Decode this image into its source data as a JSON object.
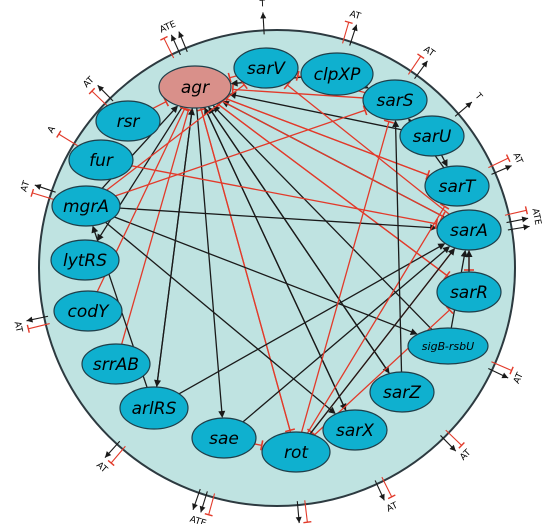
{
  "colors": {
    "circle_fill": "#bfe3e1",
    "circle_stroke": "#2d3a40",
    "node_fill": "#0fb0cf",
    "node_stroke": "#1f3f4a",
    "agr_fill": "#d9908a",
    "activation": "#1a1a1a",
    "repression": "#e23a2a"
  },
  "nodes": [
    {
      "id": "agr",
      "label": "agr",
      "highlight": true
    },
    {
      "id": "sarV",
      "label": "sarV"
    },
    {
      "id": "clpXP",
      "label": "clpXP"
    },
    {
      "id": "sarS",
      "label": "sarS"
    },
    {
      "id": "sarU",
      "label": "sarU"
    },
    {
      "id": "sarT",
      "label": "sarT"
    },
    {
      "id": "sarA",
      "label": "sarA"
    },
    {
      "id": "sarR",
      "label": "sarR"
    },
    {
      "id": "sigB",
      "label": "sigB-rsbU",
      "small": true
    },
    {
      "id": "sarZ",
      "label": "sarZ"
    },
    {
      "id": "sarX",
      "label": "sarX"
    },
    {
      "id": "rot",
      "label": "rot"
    },
    {
      "id": "sae",
      "label": "sae"
    },
    {
      "id": "arlRS",
      "label": "arlRS"
    },
    {
      "id": "srrAB",
      "label": "srrAB"
    },
    {
      "id": "codY",
      "label": "codY"
    },
    {
      "id": "lytRS",
      "label": "lytRS"
    },
    {
      "id": "mgrA",
      "label": "mgrA"
    },
    {
      "id": "fur",
      "label": "fur"
    },
    {
      "id": "rsr",
      "label": "rsr"
    }
  ],
  "edges": [
    {
      "from": "sarV",
      "to": "agr",
      "type": "repression"
    },
    {
      "from": "clpXP",
      "to": "agr",
      "type": "activation"
    },
    {
      "from": "sarS",
      "to": "agr",
      "type": "repression"
    },
    {
      "from": "sarU",
      "to": "agr",
      "type": "activation"
    },
    {
      "from": "sarT",
      "to": "agr",
      "type": "repression"
    },
    {
      "from": "sarA",
      "to": "agr",
      "type": "activation"
    },
    {
      "from": "sarR",
      "to": "agr",
      "type": "repression"
    },
    {
      "from": "sigB",
      "to": "agr",
      "type": "activation"
    },
    {
      "from": "sarZ",
      "to": "agr",
      "type": "activation"
    },
    {
      "from": "sarX",
      "to": "agr",
      "type": "activation"
    },
    {
      "from": "rot",
      "to": "agr",
      "type": "repression"
    },
    {
      "from": "srrAB",
      "to": "agr",
      "type": "repression"
    },
    {
      "from": "rsr",
      "to": "agr",
      "type": "repression"
    },
    {
      "from": "mgrA",
      "to": "agr",
      "type": "activation"
    },
    {
      "from": "arlRS",
      "to": "agr",
      "type": "activation"
    },
    {
      "from": "agr",
      "to": "rot",
      "type": "repression"
    },
    {
      "from": "agr",
      "to": "sae",
      "type": "activation"
    },
    {
      "from": "agr",
      "to": "arlRS",
      "type": "activation"
    },
    {
      "from": "agr",
      "to": "lytRS",
      "type": "activation"
    },
    {
      "from": "agr",
      "to": "sarZ",
      "type": "activation"
    },
    {
      "from": "agr",
      "to": "sarX",
      "type": "activation"
    },
    {
      "from": "agr",
      "to": "sarA",
      "type": "repression"
    },
    {
      "from": "agr",
      "to": "sarT",
      "type": "repression"
    },
    {
      "from": "agr",
      "to": "sarR",
      "type": "repression"
    },
    {
      "from": "sarS",
      "to": "sarV",
      "type": "repression"
    },
    {
      "from": "clpXP",
      "to": "sarS",
      "type": "activation"
    },
    {
      "from": "sarA",
      "to": "sarR",
      "type": "repression"
    },
    {
      "from": "sarA",
      "to": "rot",
      "type": "repression"
    },
    {
      "from": "sarA",
      "to": "sarV",
      "type": "repression"
    },
    {
      "from": "sarR",
      "to": "sarA",
      "type": "activation"
    },
    {
      "from": "sigB",
      "to": "sarA",
      "type": "activation"
    },
    {
      "from": "rot",
      "to": "sarA",
      "type": "activation"
    },
    {
      "from": "sae",
      "to": "sarA",
      "type": "activation"
    },
    {
      "from": "arlRS",
      "to": "sarA",
      "type": "activation"
    },
    {
      "from": "mgrA",
      "to": "sarA",
      "type": "activation"
    },
    {
      "from": "mgrA",
      "to": "sarV",
      "type": "repression"
    },
    {
      "from": "mgrA",
      "to": "sarS",
      "type": "repression"
    },
    {
      "from": "mgrA",
      "to": "sarX",
      "type": "activation"
    },
    {
      "from": "mgrA",
      "to": "sigB",
      "type": "activation"
    },
    {
      "from": "rot",
      "to": "sarS",
      "type": "repression"
    },
    {
      "from": "rot",
      "to": "sarT",
      "type": "repression"
    },
    {
      "from": "rot",
      "to": "sarR",
      "type": "repression"
    },
    {
      "from": "arlRS",
      "to": "mgrA",
      "type": "activation"
    },
    {
      "from": "fur",
      "to": "sarA",
      "type": "repression"
    },
    {
      "from": "sarT",
      "to": "sarS",
      "type": "activation"
    },
    {
      "from": "sarU",
      "to": "sarT",
      "type": "activation"
    },
    {
      "from": "codY",
      "to": "agr",
      "type": "repression"
    },
    {
      "from": "sarZ",
      "to": "sarS",
      "type": "activation"
    },
    {
      "from": "sae",
      "to": "rot",
      "type": "repression"
    }
  ],
  "outputs": [
    {
      "node": "agr",
      "label": "ATE"
    },
    {
      "node": "sarV",
      "label": "T"
    },
    {
      "node": "clpXP",
      "label": "AT"
    },
    {
      "node": "sarS",
      "label": "AT"
    },
    {
      "node": "sarU",
      "label": "T"
    },
    {
      "node": "sarT",
      "label": "AT"
    },
    {
      "node": "sarA",
      "label": "ATE"
    },
    {
      "node": "sigB",
      "label": "AT"
    },
    {
      "node": "sarZ",
      "label": "AT"
    },
    {
      "node": "sarX",
      "label": "AT"
    },
    {
      "node": "rot",
      "label": "AT"
    },
    {
      "node": "sae",
      "label": "ATE"
    },
    {
      "node": "arlRS",
      "label": "AT"
    },
    {
      "node": "codY",
      "label": "AT"
    },
    {
      "node": "mgrA",
      "label": "AT"
    },
    {
      "node": "fur",
      "label": "A"
    },
    {
      "node": "rsr",
      "label": "AT"
    }
  ]
}
